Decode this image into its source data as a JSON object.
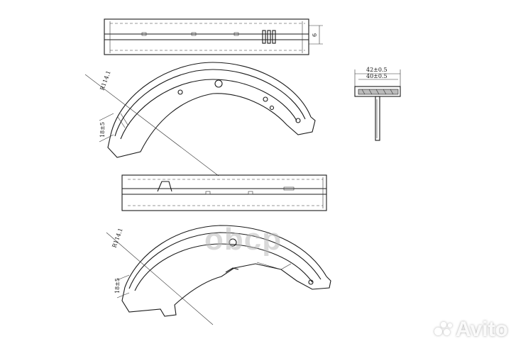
{
  "dimensions": {
    "thickness_top": "6",
    "radius_upper": "R114.1",
    "width_upper": "18±5",
    "radius_lower": "R114.1",
    "width_lower": "18±5",
    "shoe_width_outer": "42±0.5",
    "lining_width": "40±0.5"
  },
  "watermark": {
    "brand": "obcp",
    "marketplace": "Avito"
  }
}
